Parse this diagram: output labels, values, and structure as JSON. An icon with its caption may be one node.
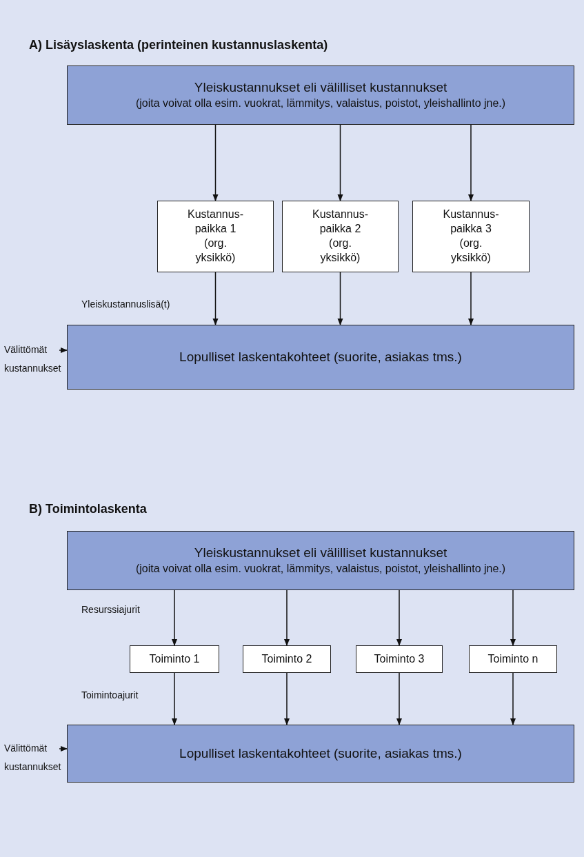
{
  "diagram": {
    "nodes": [
      {
        "text": [
          "Yleiskustannukset eli välilliset kustannukset",
          "(joita voivat olla esim. vuokrat, lämmitys, valaistus, poistot, yleishallinto jne.)"
        ]
      },
      {
        "text": [
          "Kustannus- paikka 1",
          "(org. yksikkö)"
        ]
      },
      {
        "text": [
          "Kustannus- paikka 2",
          "(org. yksikkö)"
        ]
      },
      {
        "text": [
          "Kustannus- paikka 3",
          "(org. yksikkö)"
        ]
      },
      {
        "text": [
          "Lopulliset laskentakohteet (suorite, asiakas tms.)"
        ]
      },
      {
        "text": [
          "Välittömät kustannukset"
        ]
      },
      {
        "text": [
          "Yleiskustannukset eli välilliset kustannukset",
          "(joita voivat olla esim. vuokrat, lämmitys, valaistus, poistot, yleishallinto jne.)"
        ]
      },
      {
        "text": [
          "Toiminto 1"
        ]
      },
      {
        "text": [
          "Toiminto 2"
        ]
      },
      {
        "text": [
          "Toiminto 3"
        ]
      },
      {
        "text": [
          "Toiminto n"
        ]
      },
      {
        "text": [
          "Lopulliset laskentakohteet (suorite, asiakas tms.)"
        ]
      },
      {
        "text": [
          "Välittömät kustannukset"
        ]
      }
    ],
    "edges": [
      {
        "from": 0,
        "to": 1,
        "arrow": "to"
      },
      {
        "from": 0,
        "to": 2,
        "arrow": "to"
      },
      {
        "from": 0,
        "to": 3,
        "arrow": "to"
      },
      {
        "from": 1,
        "to": 4,
        "arrow": "to"
      },
      {
        "from": 2,
        "to": 4,
        "arrow": "to"
      },
      {
        "from": 3,
        "to": 4,
        "arrow": "to"
      },
      {
        "from": 5,
        "to": 4,
        "arrow": "to"
      },
      {
        "from": 6,
        "to": 7,
        "arrow": "to"
      },
      {
        "from": 6,
        "to": 8,
        "arrow": "to"
      },
      {
        "from": 6,
        "to": 9,
        "arrow": "to"
      },
      {
        "from": 6,
        "to": 10,
        "arrow": "to"
      },
      {
        "from": 7,
        "to": 11,
        "arrow": "to"
      },
      {
        "from": 8,
        "to": 11,
        "arrow": "to"
      },
      {
        "from": 9,
        "to": 11,
        "arrow": "to"
      },
      {
        "from": 10,
        "to": 11,
        "arrow": "to"
      },
      {
        "from": 12,
        "to": 11,
        "arrow": "to"
      }
    ],
    "labels": [
      "A) Lisäyslaskenta (perinteinen kustannuslaskenta)",
      "Yleiskustannuslisä(t)",
      "B) Toimintolaskenta",
      "Resurssiajurit",
      "Toimintoajurit"
    ]
  }
}
